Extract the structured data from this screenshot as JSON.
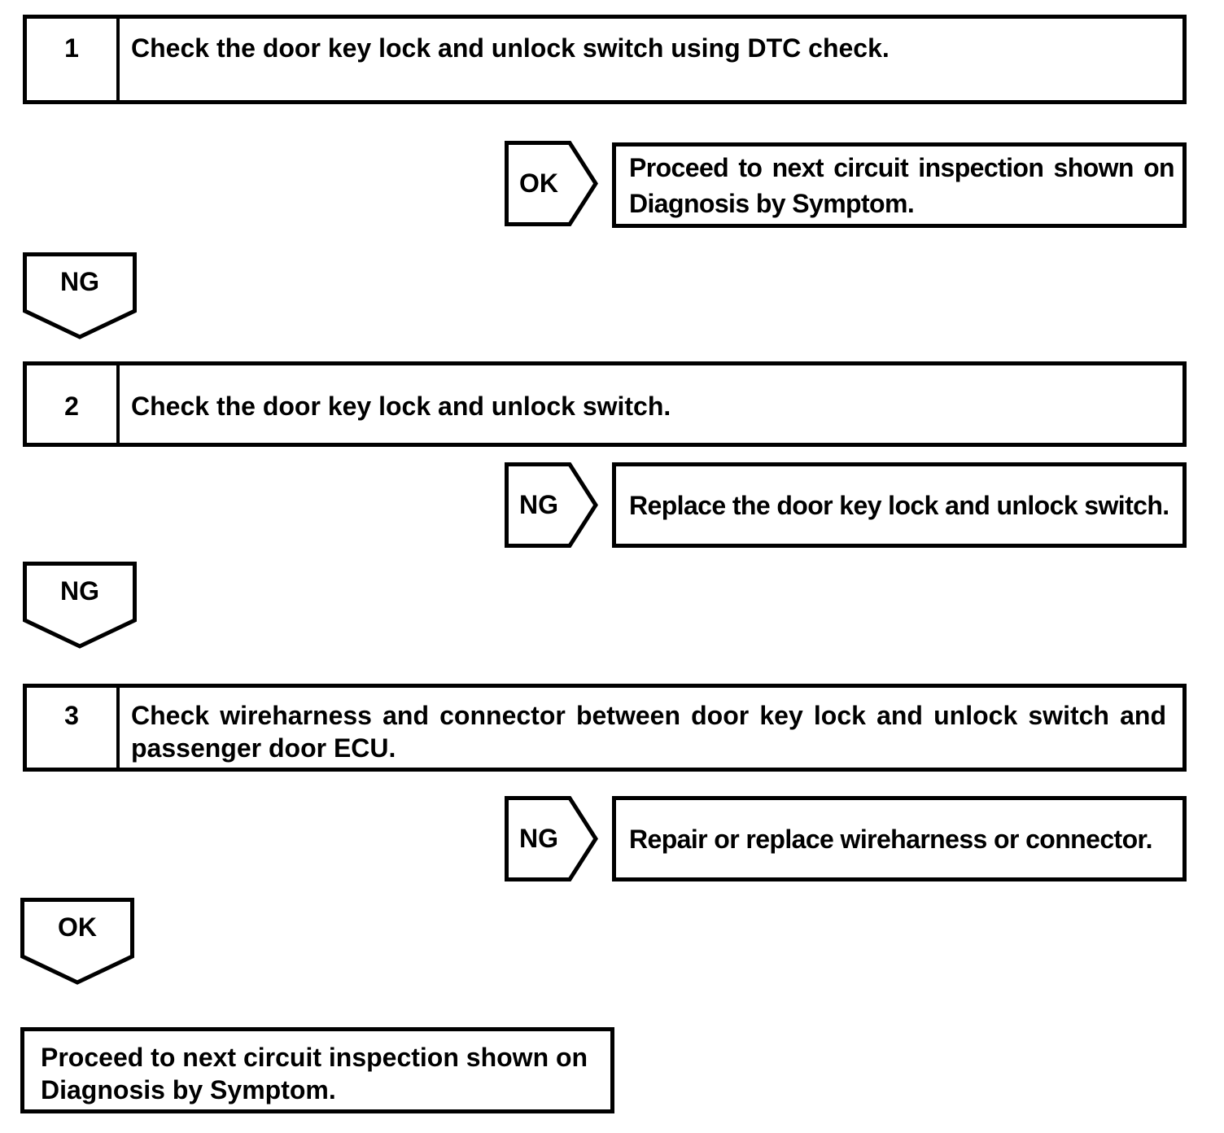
{
  "flowchart": {
    "steps": [
      {
        "number": "1",
        "instruction": "Check the door key lock and unlock switch using DTC check."
      },
      {
        "number": "2",
        "instruction": "Check the door key lock and unlock switch."
      },
      {
        "number": "3",
        "instruction": "Check wireharness and connector between door key lock and unlock switch and passenger door ECU."
      }
    ],
    "branches": [
      {
        "label": "OK",
        "result": "Proceed to next circuit inspection shown on Diagnosis by Symptom."
      },
      {
        "label": "NG",
        "result": "Replace the door key lock and unlock switch."
      },
      {
        "label": "NG",
        "result": "Repair or replace wireharness or connector."
      }
    ],
    "connectors": [
      {
        "label": "NG"
      },
      {
        "label": "NG"
      },
      {
        "label": "OK"
      }
    ],
    "terminal": {
      "text": "Proceed to next circuit inspection shown on Diagnosis by Symptom."
    }
  },
  "colors": {
    "ink": "#000000",
    "paper": "#ffffff"
  }
}
